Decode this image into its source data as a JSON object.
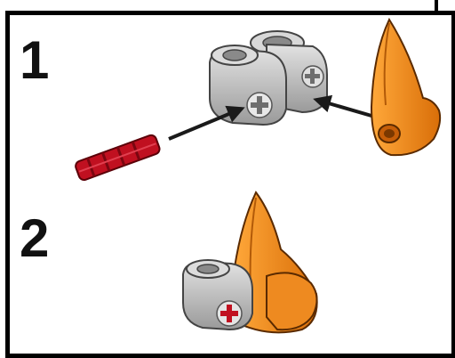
{
  "instructions": {
    "steps": [
      {
        "number": "1"
      },
      {
        "number": "2"
      }
    ]
  },
  "colors": {
    "frame": "#000000",
    "connector_light": "#c8c8c8",
    "connector_mid": "#a9a9a9",
    "connector_dark": "#7c7c7c",
    "axle_red": "#c01020",
    "axle_dark_red": "#7a0610",
    "fin_orange": "#f08a1c",
    "fin_dark_orange": "#b25a08",
    "arrow": "#1a1a1a"
  },
  "icons": [
    "gray-axle-connector",
    "red-axle-pin",
    "orange-fin-piece",
    "assembly-arrow"
  ]
}
